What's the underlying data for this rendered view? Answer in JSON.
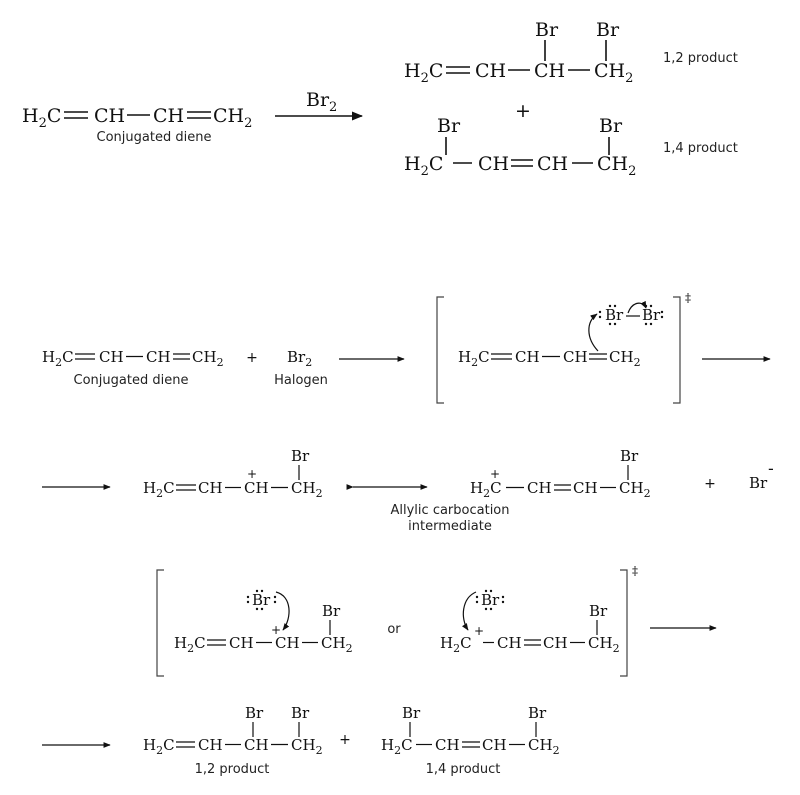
{
  "reagent": {
    "atom": "Br",
    "sub": "2"
  },
  "labels": {
    "conjugated_diene": "Conjugated diene",
    "halogen": "Halogen",
    "product_12": "1,2 product",
    "product_14": "1,4 product",
    "allylic_line1": "Allylic carbocation",
    "allylic_line2": "intermediate",
    "or": "or"
  },
  "atoms": {
    "h2c_main": "H",
    "h2c_c": "C",
    "ch": "CH",
    "ch2_c": "CH",
    "br": "Br",
    "sub2": "2"
  },
  "symbols": {
    "plus": "+",
    "double_dagger": "‡",
    "minus": "-"
  }
}
